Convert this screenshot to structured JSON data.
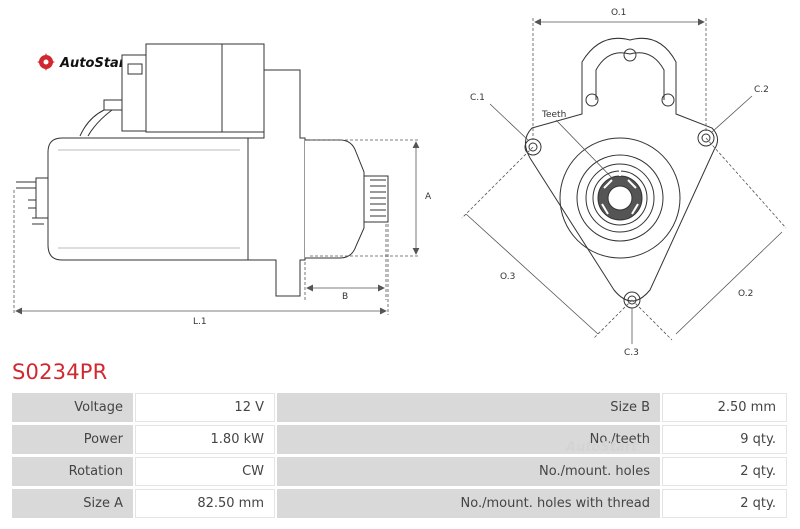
{
  "brand": {
    "name": "AutoStart",
    "accent": "#d0282e"
  },
  "product": {
    "code": "S0234PR"
  },
  "drawing_labels": {
    "dim_a": "A",
    "dim_b": "B",
    "dim_l1": "L.1",
    "o1": "O.1",
    "o2": "O.2",
    "o3": "O.3",
    "c1": "C.1",
    "c2": "C.2",
    "c3": "C.3",
    "teeth": "Teeth"
  },
  "specs": [
    {
      "label_left": "Voltage",
      "value_left": "12 V",
      "label_right": "Size B",
      "value_right": "2.50 mm"
    },
    {
      "label_left": "Power",
      "value_left": "1.80 kW",
      "label_right": "No./teeth",
      "value_right": "9 qty."
    },
    {
      "label_left": "Rotation",
      "value_left": "CW",
      "label_right": "No./mount. holes",
      "value_right": "2 qty."
    },
    {
      "label_left": "Size A",
      "value_left": "82.50 mm",
      "label_right": "No./mount. holes with thread",
      "value_right": "2 qty."
    }
  ]
}
